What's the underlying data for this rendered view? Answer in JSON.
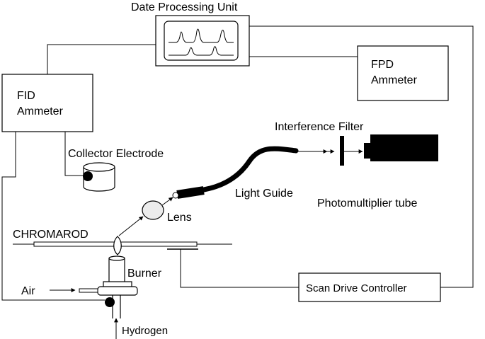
{
  "labels": {
    "data_processing_unit": "Date Processing Unit",
    "fpd_line1": "FPD",
    "fpd_line2": "Ammeter",
    "fid_line1": "FID",
    "fid_line2": "Ammeter",
    "interference_filter": "Interference Filter",
    "collector_electrode": "Collector Electrode",
    "light_guide": "Light Guide",
    "photomultiplier_tube": "Photomultiplier tube",
    "lens": "Lens",
    "chromarod": "CHROMAROD",
    "burner": "Burner",
    "air": "Air",
    "scan_drive_controller": "Scan Drive Controller",
    "hydrogen": "Hydrogen"
  },
  "colors": {
    "line": "#000000",
    "fill_dark": "#000000",
    "fill_light": "#ffffff",
    "lens_fill": "#ececec"
  }
}
